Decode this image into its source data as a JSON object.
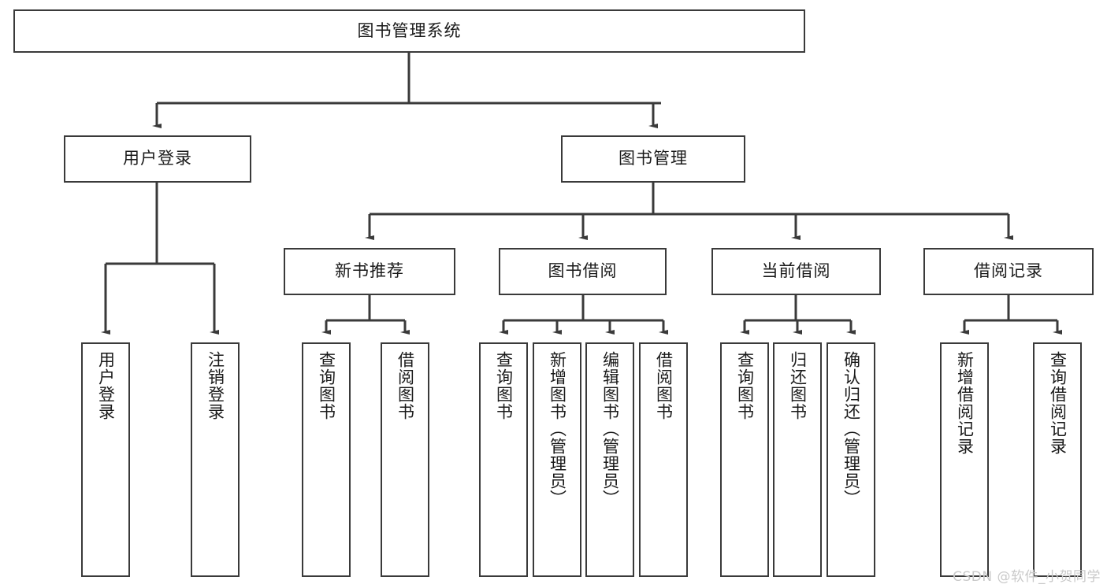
{
  "diagram": {
    "title": "图书管理系统",
    "type": "tree",
    "root": {
      "label": "图书管理系统"
    },
    "level2": [
      {
        "label": "用户登录"
      },
      {
        "label": "图书管理"
      }
    ],
    "level3": [
      {
        "label": "新书推荐"
      },
      {
        "label": "图书借阅"
      },
      {
        "label": "当前借阅"
      },
      {
        "label": "借阅记录"
      }
    ],
    "leaves": {
      "user_login": [
        {
          "label": "用户登录"
        },
        {
          "label": "注销登录"
        }
      ],
      "new_book_recommend": [
        {
          "label": "查询图书"
        },
        {
          "label": "借阅图书"
        }
      ],
      "book_borrow": [
        {
          "label": "查询图书"
        },
        {
          "label": "新增图书（管理员）"
        },
        {
          "label": "编辑图书（管理员）"
        },
        {
          "label": "借阅图书"
        }
      ],
      "current_borrow": [
        {
          "label": "查询图书"
        },
        {
          "label": "归还图书"
        },
        {
          "label": "确认归还（管理员）"
        }
      ],
      "borrow_record": [
        {
          "label": "新增借阅记录"
        },
        {
          "label": "查询借阅记录"
        }
      ]
    }
  },
  "watermark": {
    "text": "CSDN @软件_小贺同学"
  },
  "colors": {
    "stroke": "#3a3a3a",
    "background": "#ffffff",
    "text": "#1a1a1a",
    "watermark": "#c9c9c9"
  }
}
